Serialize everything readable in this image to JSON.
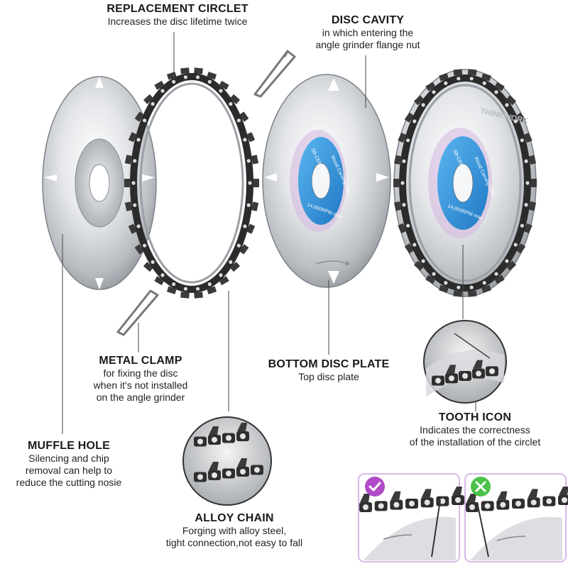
{
  "labels": {
    "replacement_circlet": {
      "title": "REPLACEMENT CIRCLET",
      "desc": [
        "Increases the disc lifetime twice"
      ]
    },
    "disc_cavity": {
      "title": "DISC CAVITY",
      "desc": [
        "in which entering the",
        "angle grinder flange nut"
      ]
    },
    "metal_clamp": {
      "title": "METAL CLAMP",
      "desc": [
        "for fixing the disc",
        "when it's not installed",
        "on the angle grinder"
      ]
    },
    "bottom_disc_plate": {
      "title": "BOTTOM DISC PLATE",
      "desc": [
        "Top disc plate"
      ]
    },
    "tooth_icon": {
      "title": "TOOTH ICON",
      "desc": [
        "Indicates the correctness",
        "of the installation of the circlet"
      ]
    },
    "muffle_hole": {
      "title": "MUFFLE HOLE",
      "desc": [
        "Silencing and chip",
        "removal can help to",
        "reduce the cutting nosie"
      ]
    },
    "alloy_chain": {
      "title": "ALLOY CHAIN",
      "desc": [
        "Forging with alloy steel,",
        "tight connection,not easy to fall"
      ]
    }
  },
  "disc_sticker": {
    "brand": "THINKWORK",
    "model": "SB-CENTER",
    "product": "Wood Carving Disc",
    "rpm": "14,000RPM max"
  },
  "install_examples": [
    {
      "status": "correct",
      "icon": "check-icon",
      "color": "#b04bc8"
    },
    {
      "status": "incorrect",
      "icon": "x-icon",
      "color": "#4cc24a"
    }
  ],
  "colors": {
    "sticker_blue": "#2a8fd6",
    "steel": "#c9ccd0",
    "chain_dark": "#2b2b2b",
    "inset_border": "#d9b8e8"
  }
}
